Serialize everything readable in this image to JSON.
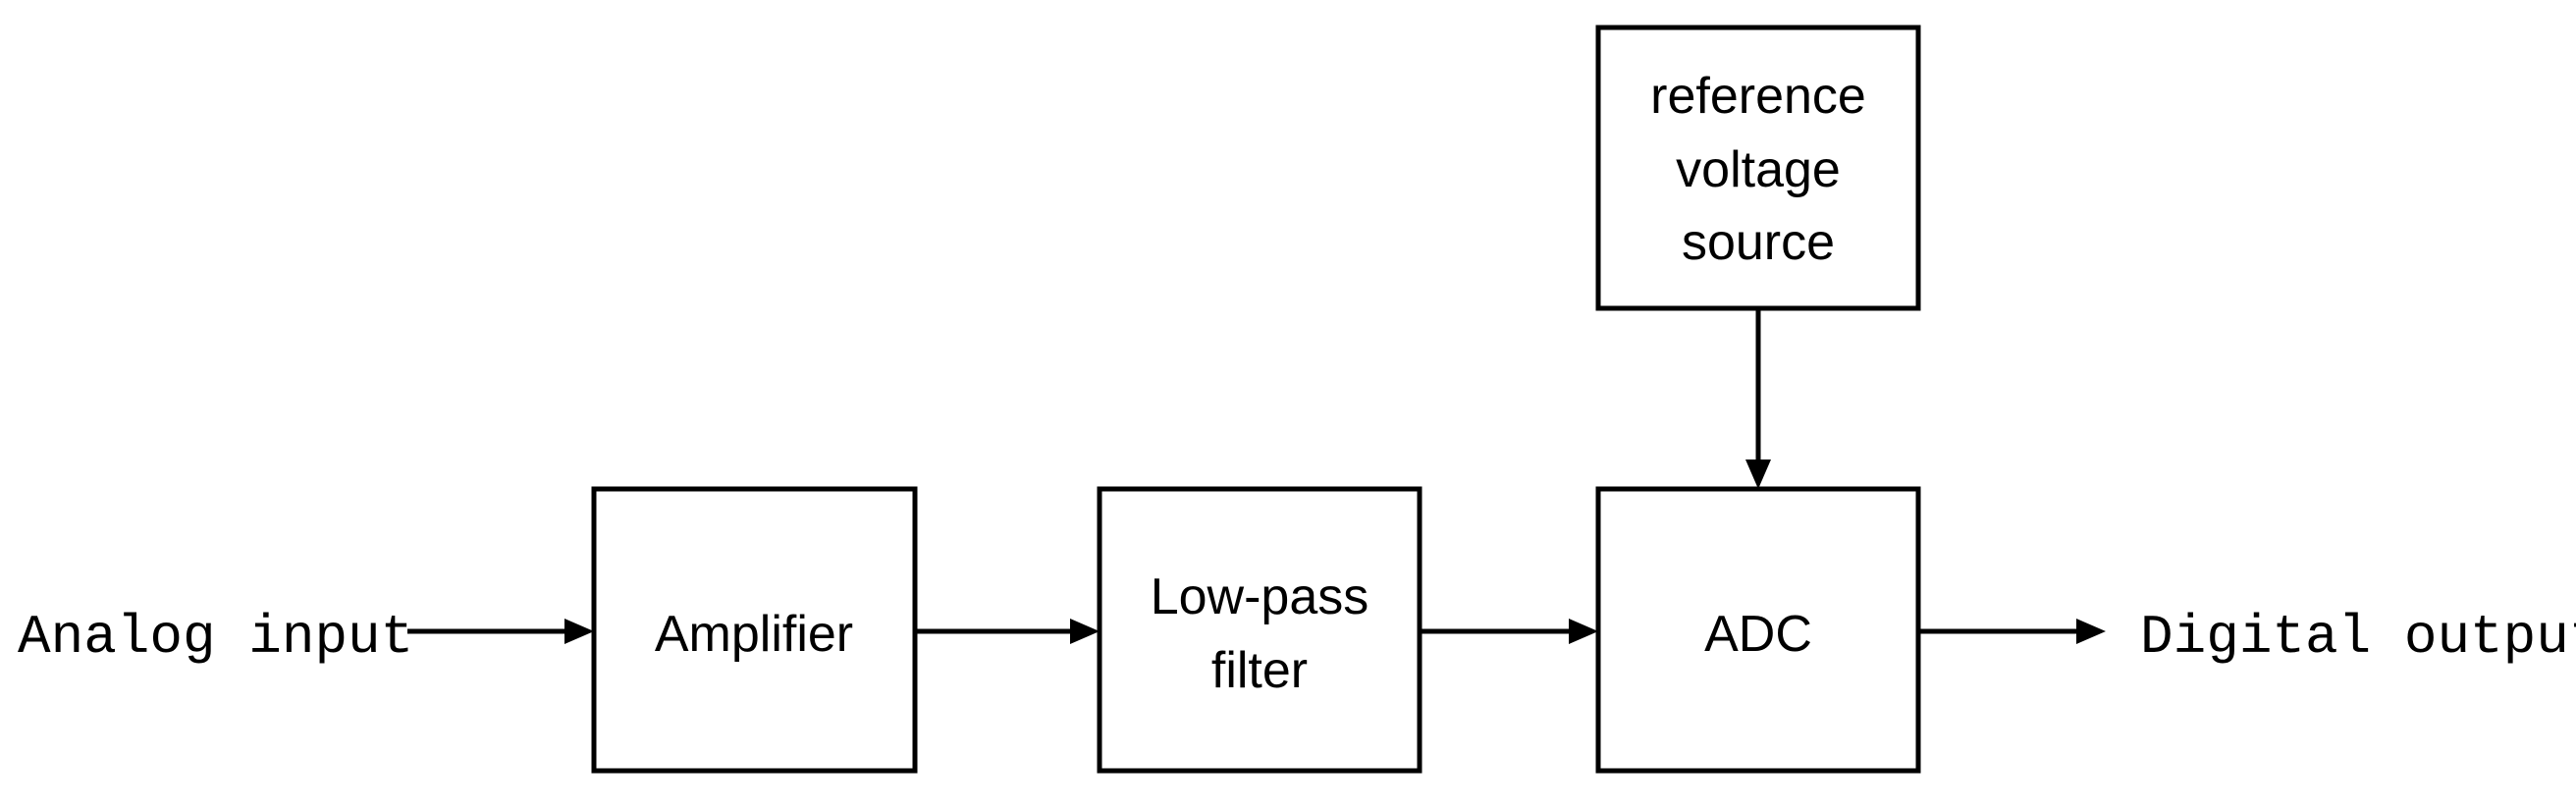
{
  "diagram": {
    "input_label": "Analog input",
    "output_label": "Digital output",
    "blocks": {
      "amplifier": "Amplifier",
      "lowpass_line1": "Low-pass",
      "lowpass_line2": "filter",
      "adc": "ADC",
      "reference_line1": "reference",
      "reference_line2": "voltage",
      "reference_line3": "source"
    },
    "colors": {
      "stroke": "#000000",
      "background": "#ffffff"
    }
  }
}
